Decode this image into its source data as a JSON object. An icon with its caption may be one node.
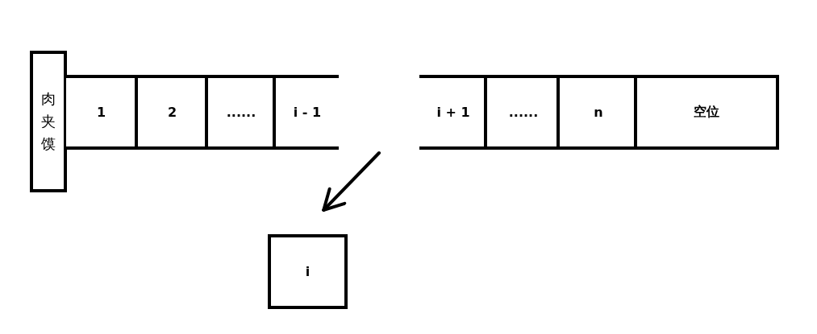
{
  "diagram": {
    "nodes": [
      {
        "text": [
          "肉夹馍"
        ]
      },
      {
        "text": [
          "1"
        ]
      },
      {
        "text": [
          "2"
        ]
      },
      {
        "text": [
          "......"
        ]
      },
      {
        "text": [
          "i - 1"
        ]
      },
      {
        "text": [
          "i + 1"
        ]
      },
      {
        "text": [
          "......"
        ]
      },
      {
        "text": [
          "n"
        ]
      },
      {
        "text": [
          "空位"
        ]
      },
      {
        "text": [
          "i"
        ]
      }
    ],
    "edges": [
      {
        "from": null,
        "to": 9,
        "arrow": "to"
      }
    ]
  }
}
